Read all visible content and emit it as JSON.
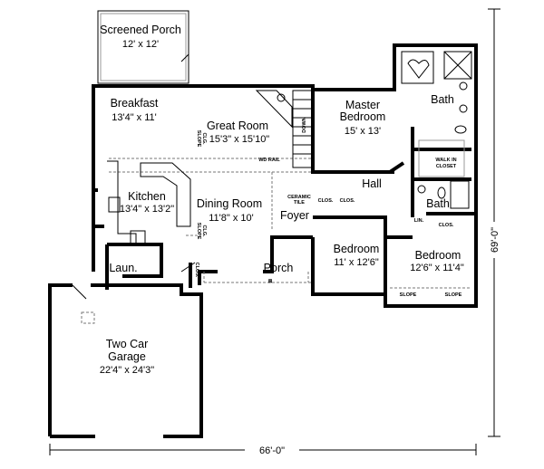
{
  "rooms": {
    "screened_porch": {
      "name": "Screened Porch",
      "size": "12' x 12'"
    },
    "breakfast": {
      "name": "Breakfast",
      "size": "13'4\" x 11'"
    },
    "great_room": {
      "name": "Great Room",
      "size": "15'3\" x 15'10\""
    },
    "master_bedroom": {
      "name1": "Master",
      "name2": "Bedroom",
      "size": "15' x 13'"
    },
    "master_bath": {
      "name": "Bath"
    },
    "walk_in_closet": {
      "line1": "WALK IN",
      "line2": "CLOSET"
    },
    "hall": {
      "name": "Hall"
    },
    "bath2": {
      "name": "Bath"
    },
    "kitchen": {
      "name": "Kitchen",
      "size": "13'4\" x 13'2\""
    },
    "dining_room": {
      "name": "Dining Room",
      "size": "11'8\" x 10'"
    },
    "foyer": {
      "name": "Foyer",
      "note1": "CERAMIC",
      "note2": "TILE"
    },
    "bedroom2": {
      "name": "Bedroom",
      "size": "11' x 12'6\""
    },
    "bedroom3": {
      "name": "Bedroom",
      "size": "12'6\" x 11'4\""
    },
    "porch": {
      "name": "Porch"
    },
    "laundry": {
      "name": "Laun."
    },
    "garage": {
      "name1": "Two Car",
      "name2": "Garage",
      "size": "22'4\" x 24'3\""
    }
  },
  "notes": {
    "clos": "CLOS.",
    "lin": "LIN.",
    "slope": "SLOPE",
    "slope_clg1": "SLOPE",
    "slope_clg2": "CLG.",
    "wd_rail": "WD RAIL",
    "down": "DOWN"
  },
  "dimensions": {
    "width": "66'-0\"",
    "depth": "69'-0\""
  }
}
